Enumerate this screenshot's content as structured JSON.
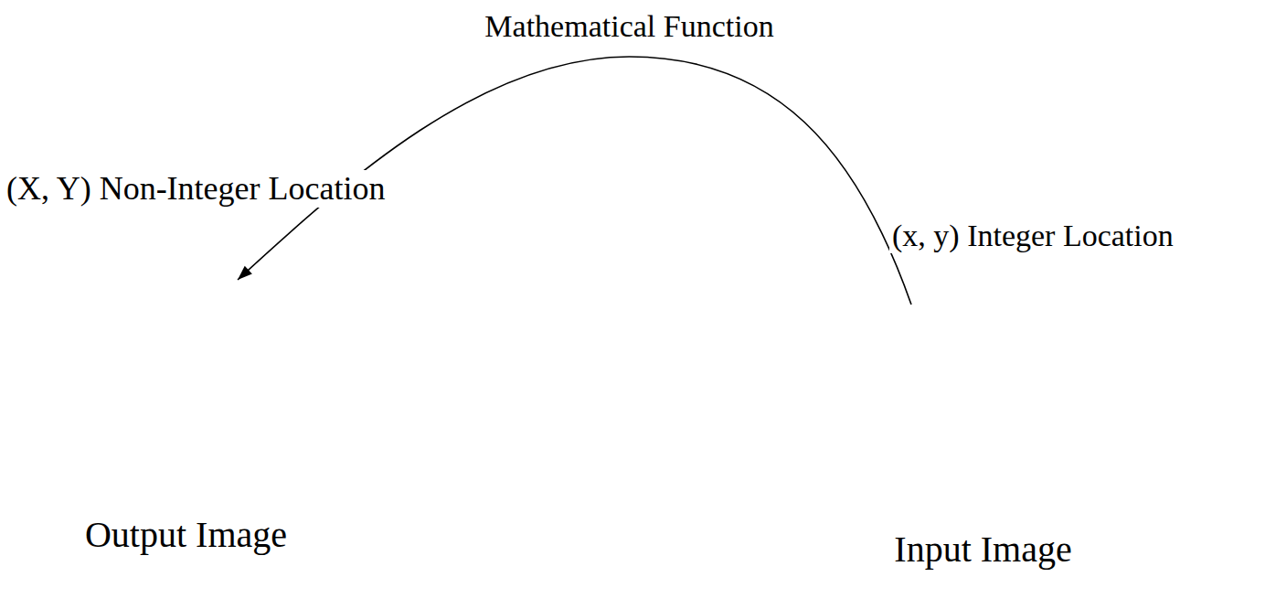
{
  "diagram": {
    "nodes": [
      {
        "text": [
          "(X, Y) Non-Integer Location",
          "Output Image"
        ]
      },
      {
        "text": [
          "(x, y) Integer Location",
          "Input Image"
        ]
      }
    ],
    "edges": [
      {
        "from": 1,
        "to": 0,
        "arrow": "to",
        "label": "Mathematical Function"
      }
    ]
  }
}
